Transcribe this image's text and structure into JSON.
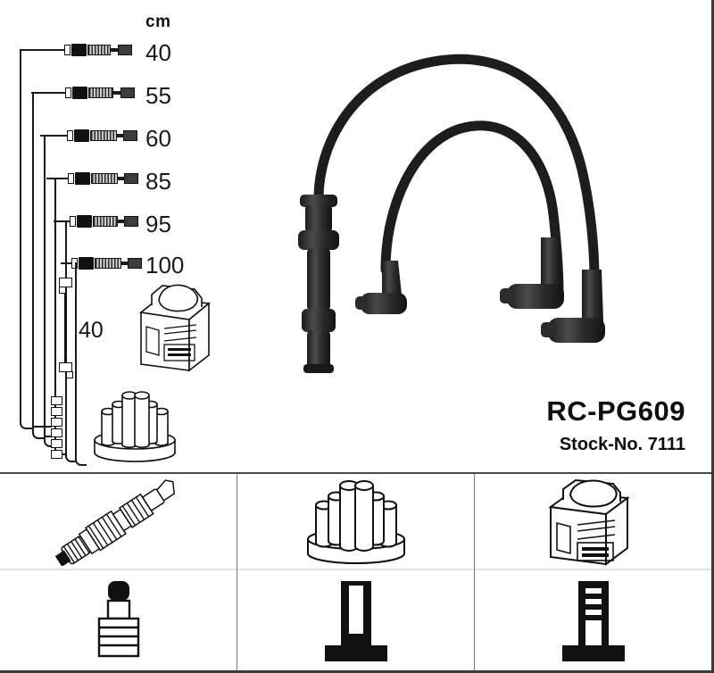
{
  "product": {
    "code": "RC-PG609",
    "stock_label": "Stock-No. 7111"
  },
  "scale": {
    "unit_header": "cm",
    "lengths": [
      "40",
      "55",
      "60",
      "85",
      "95",
      "100"
    ],
    "extra_lead_length": "40"
  },
  "diagram": {
    "main_photo_name": "ignition-cable-set-photo",
    "coil_name": "ignition-coil",
    "distributor_cap_name": "distributor-cap"
  },
  "panels": [
    {
      "id": "panel-spark-plug",
      "top_part": "spark-plug",
      "bottom_part": "spark-plug-boot"
    },
    {
      "id": "panel-distributor",
      "top_part": "distributor-cap",
      "bottom_part": "distributor-terminal"
    },
    {
      "id": "panel-coil",
      "top_part": "ignition-coil",
      "bottom_part": "coil-terminal"
    }
  ],
  "colors": {
    "ink": "#111111",
    "frame": "#3a3a3a",
    "divider": "#777777",
    "cable": "#1b1b1b"
  }
}
